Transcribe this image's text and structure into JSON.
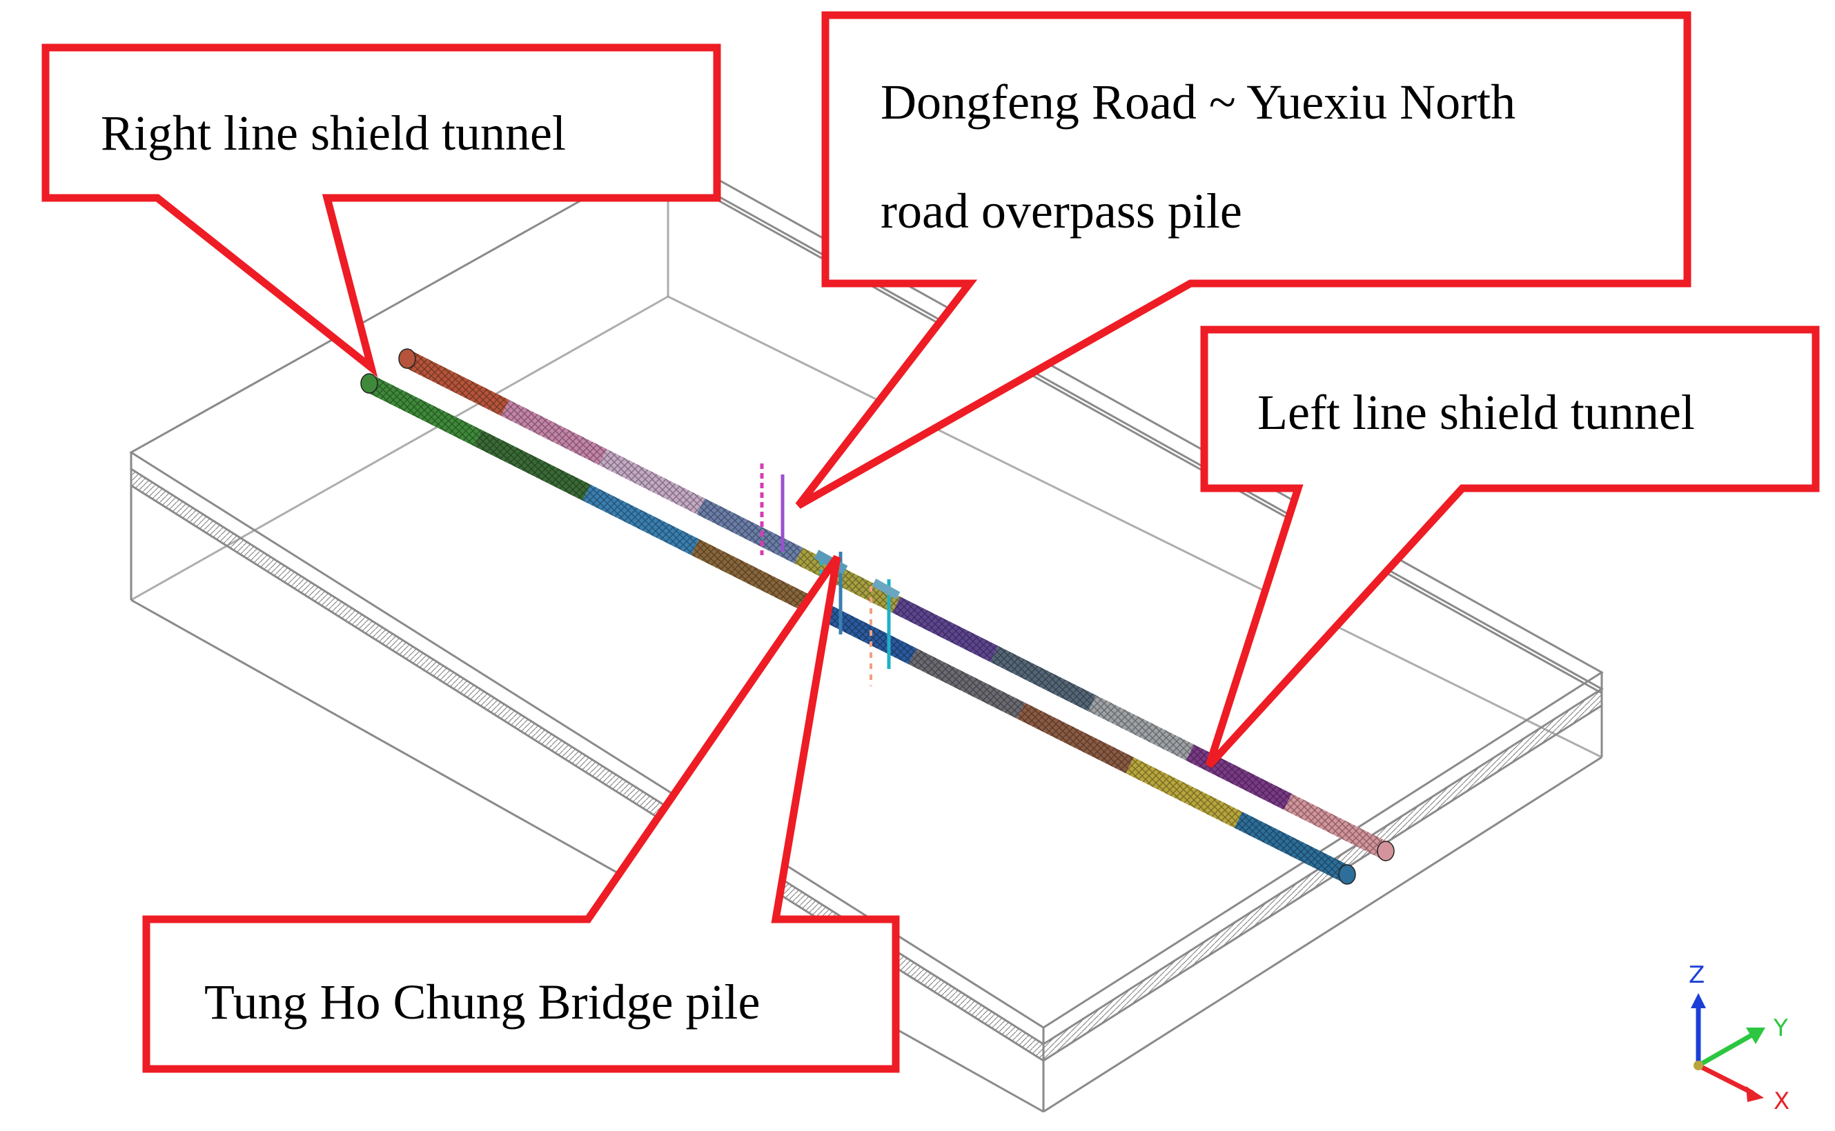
{
  "callouts": {
    "right_tunnel": "Right line shield tunnel",
    "overpass_line1": "Dongfeng Road ~ Yuexiu North",
    "overpass_line2": "road overpass pile",
    "left_tunnel": "Left line shield tunnel",
    "bridge_pile": "Tung Ho Chung Bridge pile"
  },
  "axes": {
    "z": "Z",
    "y": "Y",
    "x": "X"
  },
  "colors": {
    "callout": "#ee1c24",
    "axis_z": "#1b3fd6",
    "axis_y": "#2cc640",
    "axis_x": "#e8232a",
    "box_line": "#8a8a8a"
  },
  "tunnels": {
    "right_line_segments": [
      "#b5543a",
      "#c484a8",
      "#c4a9c4",
      "#6a7ea8",
      "#a7a040",
      "#5e4590",
      "#546676",
      "#9ea2a6",
      "#7a3a86",
      "#d4949c"
    ],
    "left_line_segments": [
      "#3e8a3a",
      "#3a6a36",
      "#3a7fb0",
      "#88663a",
      "#2a5a9e",
      "#6a6a70",
      "#8a5a42",
      "#b8a63c",
      "#2d6e9a"
    ]
  }
}
